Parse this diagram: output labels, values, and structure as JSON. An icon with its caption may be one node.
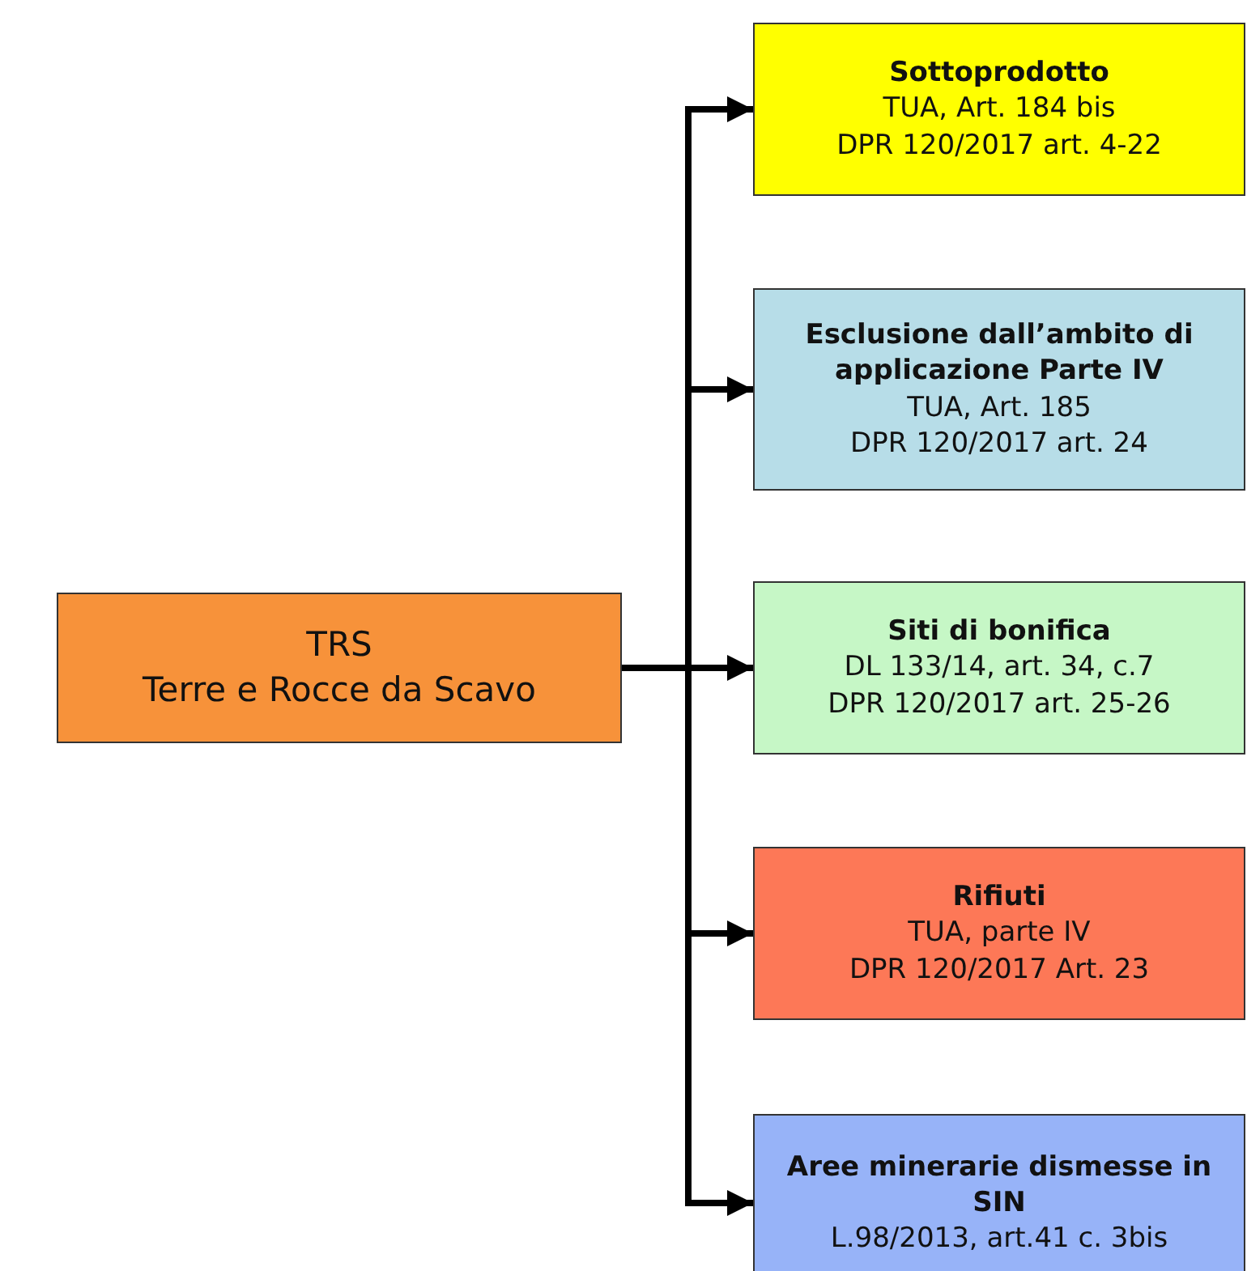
{
  "diagram": {
    "nodes": [
      {
        "text": [
          "TRS",
          "Terre e Rocce da Scavo"
        ]
      },
      {
        "text": [
          "Sottoprodotto",
          "TUA, Art. 184 bis",
          "DPR 120/2017 art. 4-22"
        ]
      },
      {
        "text": [
          "Esclusione dall’ambito di applicazione Parte IV",
          "TUA, Art. 185",
          "DPR 120/2017 art. 24"
        ]
      },
      {
        "text": [
          "Siti di bonifica",
          "DL 133/14, art. 34, c.7",
          "DPR 120/2017 art. 25-26"
        ]
      },
      {
        "text": [
          "Rifiuti",
          "TUA, parte IV",
          "DPR 120/2017 Art. 23"
        ]
      },
      {
        "text": [
          "Aree minerarie dismesse in SIN",
          "L.98/2013, art.41 c. 3bis"
        ]
      }
    ],
    "edges": [
      {
        "from": 0,
        "to": 1,
        "arrow": "to"
      },
      {
        "from": 0,
        "to": 2,
        "arrow": "to"
      },
      {
        "from": 0,
        "to": 3,
        "arrow": "to"
      },
      {
        "from": 0,
        "to": 4,
        "arrow": "to"
      },
      {
        "from": 0,
        "to": 5,
        "arrow": "to"
      }
    ]
  }
}
